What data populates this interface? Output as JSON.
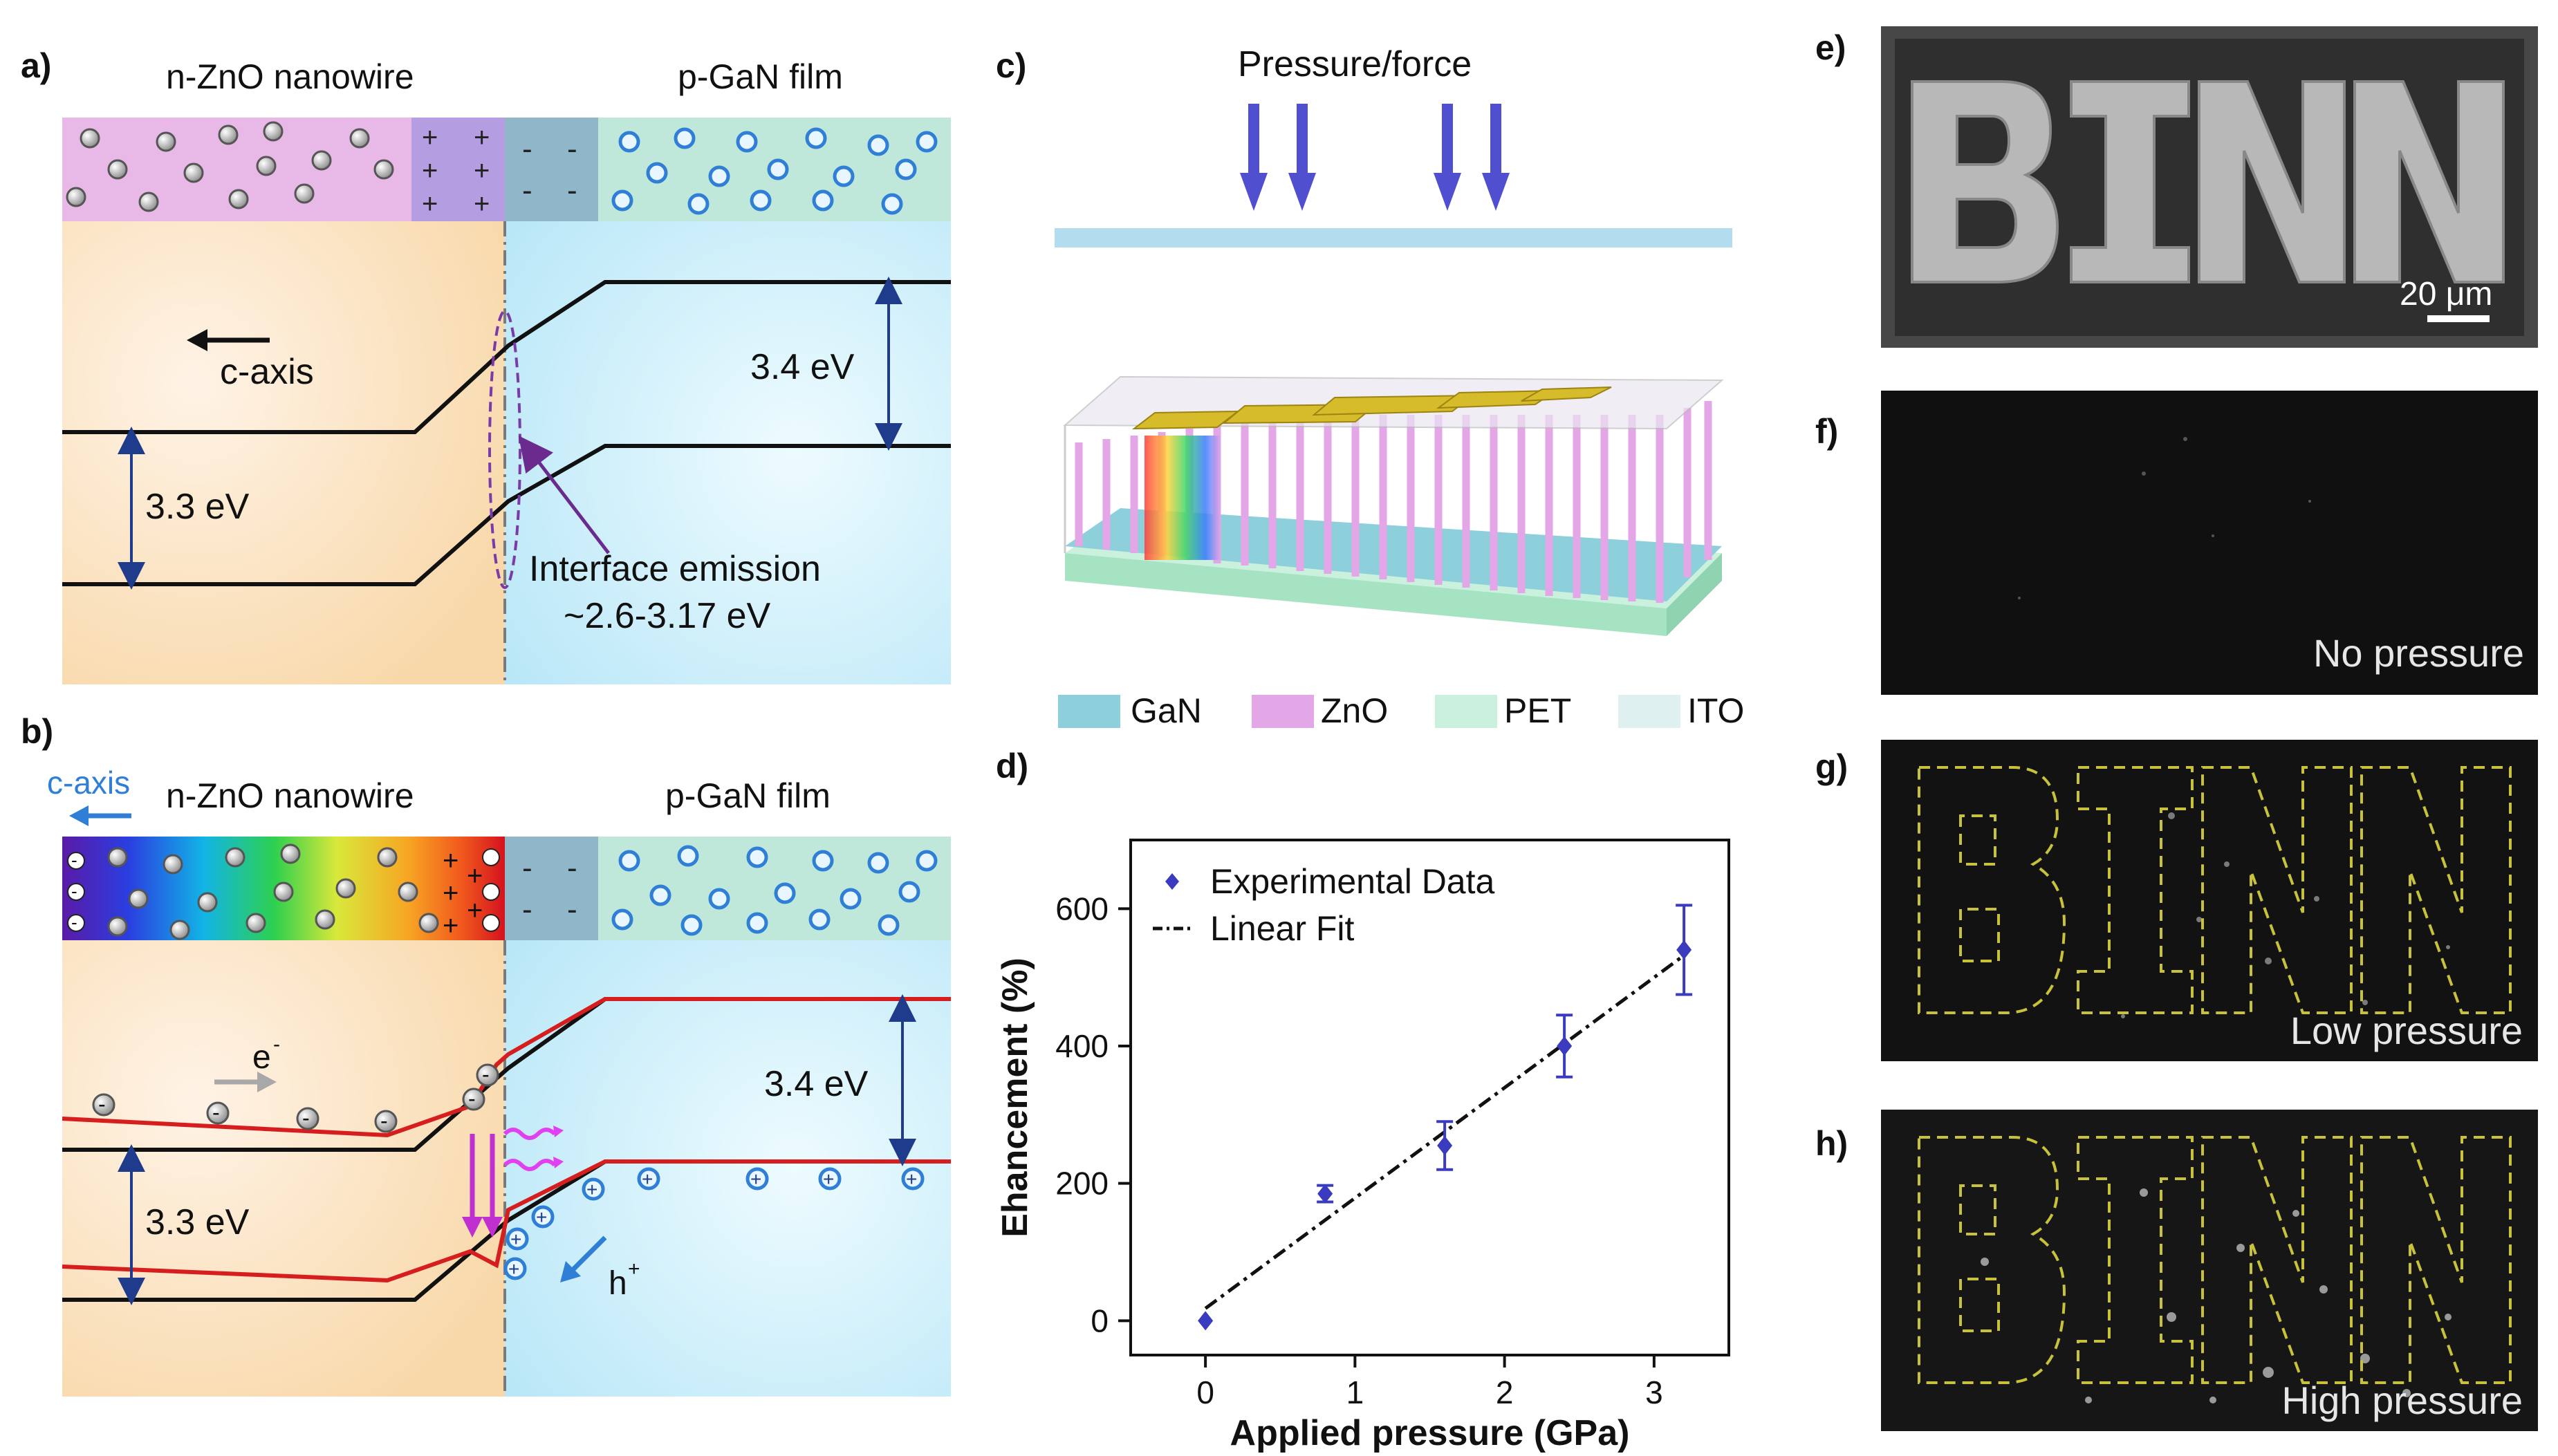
{
  "panel_a": {
    "label": "a)",
    "left_title": "n-ZnO nanowire",
    "right_title": "p-GaN film",
    "c_axis": "c-axis",
    "gap_gan": "3.4 eV",
    "gap_zno": "3.3 eV",
    "interface_line1": "Interface emission",
    "interface_line2": "~2.6-3.17 eV"
  },
  "panel_b": {
    "label": "b)",
    "c_axis": "c-axis",
    "left_title": "n-ZnO nanowire",
    "right_title": "p-GaN film",
    "electron": "e",
    "electron_sup": "-",
    "hole": "h",
    "hole_sup": "+",
    "gap_gan": "3.4 eV",
    "gap_zno": "3.3 eV"
  },
  "panel_c": {
    "label": "c)",
    "title": "Pressure/force",
    "legend": [
      {
        "name": "GaN",
        "color": "#8ecfdc"
      },
      {
        "name": "ZnO",
        "color": "#e3a6e6"
      },
      {
        "name": "PET",
        "color": "#c9f1dd"
      },
      {
        "name": "ITO",
        "color": "#dff0f0"
      }
    ]
  },
  "panel_d": {
    "label": "d)"
  },
  "panel_e": {
    "label": "e)",
    "word": "BINN",
    "scale_bar": "20 μm"
  },
  "panel_f": {
    "label": "f)",
    "caption": "No pressure"
  },
  "panel_g": {
    "label": "g)",
    "caption": "Low pressure"
  },
  "panel_h": {
    "label": "h)",
    "caption": "High pressure"
  },
  "chart_data": {
    "type": "scatter",
    "xlabel": "Applied pressure (GPa)",
    "ylabel": "Ehancement (%)",
    "xlim": [
      -0.5,
      3.5
    ],
    "ylim": [
      -50,
      700
    ],
    "xticks": [
      0,
      1,
      2,
      3
    ],
    "yticks": [
      0,
      200,
      400,
      600
    ],
    "grid": false,
    "legend_position": "top-left",
    "series": [
      {
        "name": "Experimental Data",
        "style": "diamond-errorbar",
        "color": "#3b3bbf",
        "x": [
          0,
          0.8,
          1.6,
          2.4,
          3.2
        ],
        "y": [
          0,
          185,
          255,
          400,
          540
        ],
        "err": [
          0,
          12,
          35,
          45,
          65
        ]
      },
      {
        "name": "Linear Fit",
        "style": "dash-dot",
        "color": "#111111",
        "x": [
          0,
          3.2
        ],
        "y": [
          18,
          532
        ]
      }
    ]
  }
}
